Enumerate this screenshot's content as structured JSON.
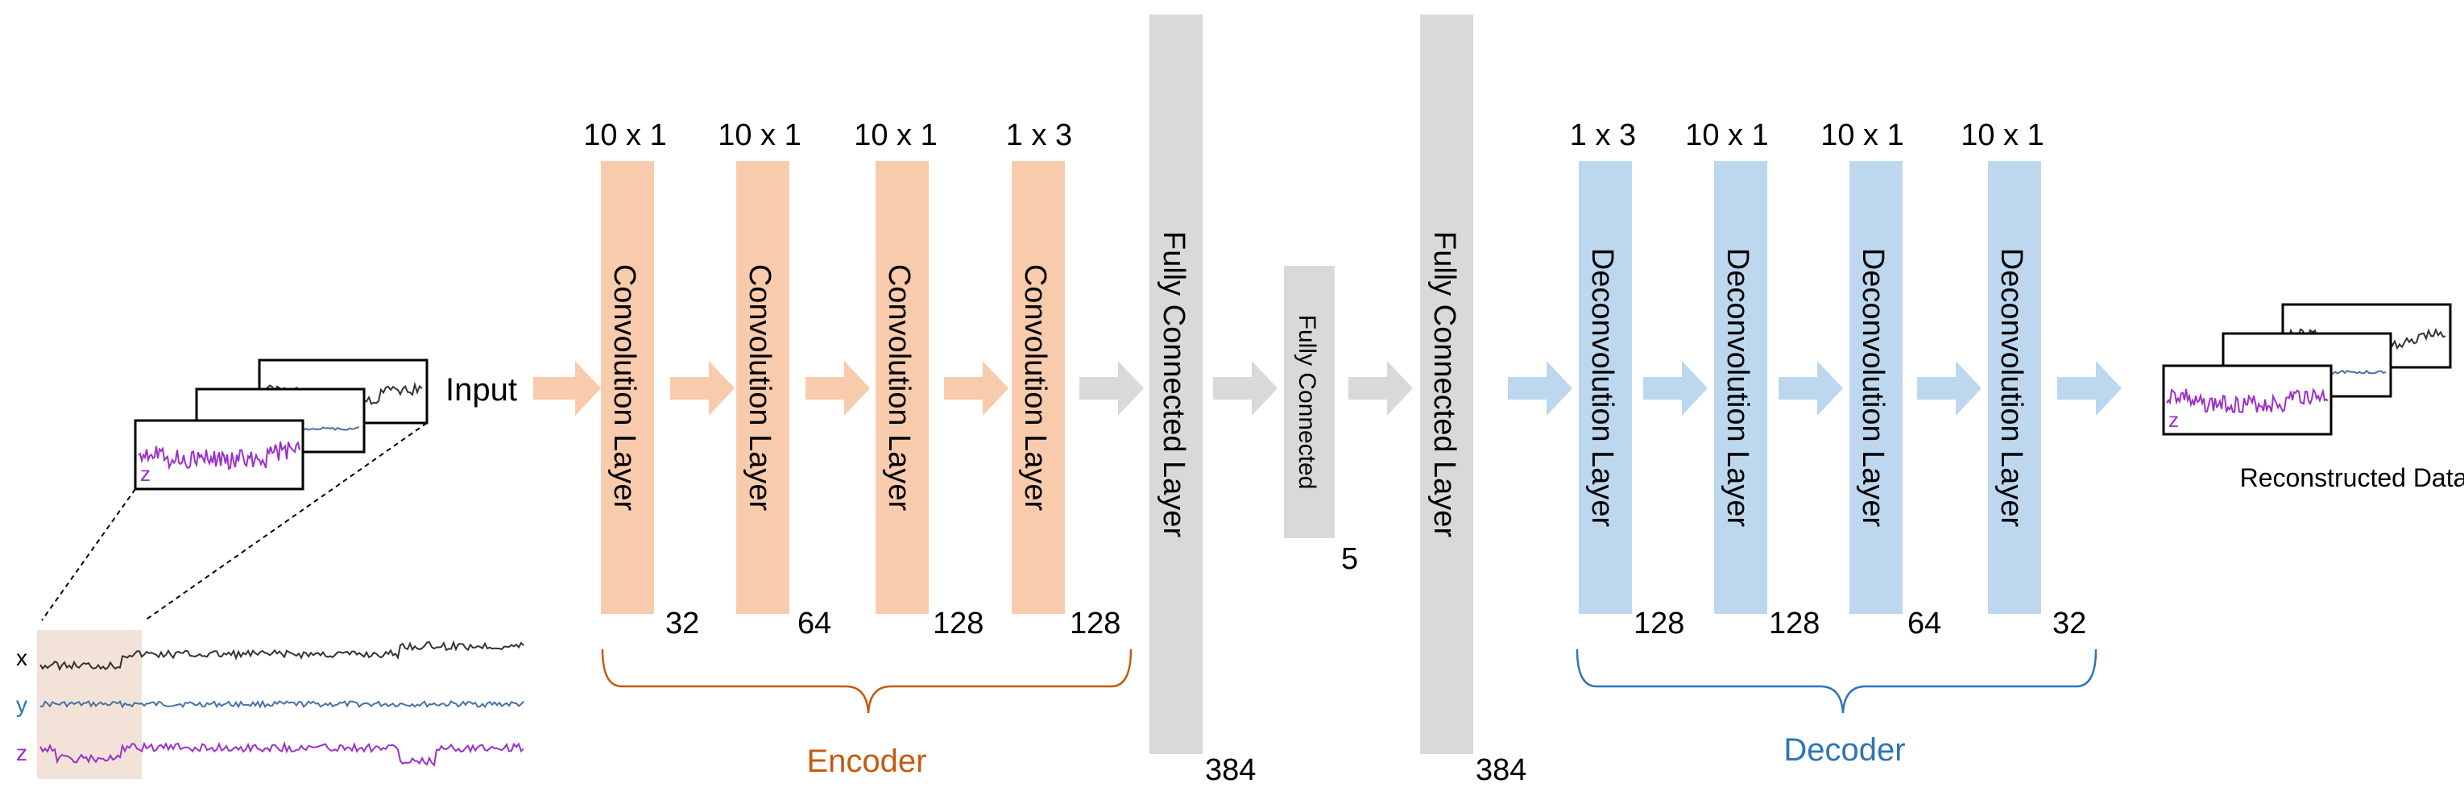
{
  "input_label": "Input",
  "output_label": "Reconstructed Data",
  "axes": {
    "x": "x",
    "y": "y",
    "z": "z"
  },
  "colors": {
    "encoder_block": "#F8CBAD",
    "encoder_arrow": "#F8CBAD",
    "encoder_brace": "#C55A11",
    "decoder_block": "#BDD7EE",
    "decoder_arrow": "#BDD7EE",
    "decoder_brace": "#2E75B6",
    "fc_block": "#D9D9D9",
    "fc_arrow": "#D9D9D9",
    "signal_x": "#333333",
    "signal_y": "#4A6FA8",
    "signal_z": "#9B30C8",
    "highlight": "#F3E2D8"
  },
  "encoder": {
    "label": "Encoder",
    "layers": [
      {
        "name": "Convolution Layer",
        "kernel": "10 x 1",
        "filters": "32"
      },
      {
        "name": "Convolution Layer",
        "kernel": "10 x 1",
        "filters": "64"
      },
      {
        "name": "Convolution Layer",
        "kernel": "10 x 1",
        "filters": "128"
      },
      {
        "name": "Convolution Layer",
        "kernel": "1 x 3",
        "filters": "128"
      }
    ]
  },
  "fc_layers": [
    {
      "name": "Fully Connected Layer",
      "units": "384"
    },
    {
      "name": "Fully Connected",
      "units": "5"
    },
    {
      "name": "Fully Connected Layer",
      "units": "384"
    }
  ],
  "decoder": {
    "label": "Decoder",
    "layers": [
      {
        "name": "Deconvolution Layer",
        "kernel": "1 x 3",
        "filters": "128"
      },
      {
        "name": "Deconvolution Layer",
        "kernel": "10 x 1",
        "filters": "128"
      },
      {
        "name": "Deconvolution Layer",
        "kernel": "10 x 1",
        "filters": "64"
      },
      {
        "name": "Deconvolution Layer",
        "kernel": "10 x 1",
        "filters": "32"
      }
    ]
  }
}
